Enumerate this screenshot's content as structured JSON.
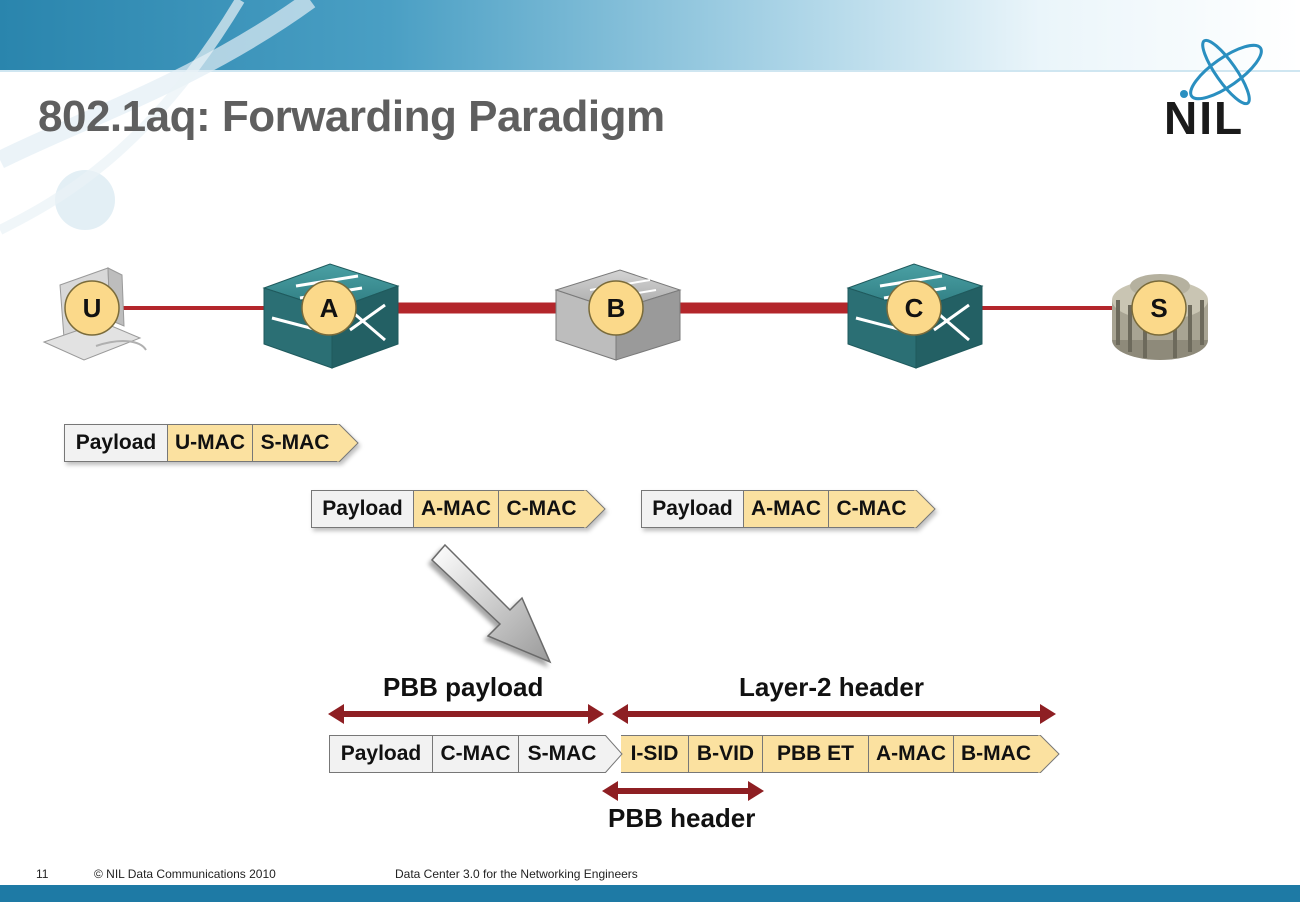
{
  "slide": {
    "title": "802.1aq: Forwarding Paradigm",
    "logo_text": "NIL",
    "page_number": "11",
    "copyright": "© NIL Data Communications 2010",
    "course": "Data Center 3.0 for the Networking Engineers"
  },
  "nodes": [
    {
      "label": "U",
      "kind": "pc-icon"
    },
    {
      "label": "A",
      "kind": "switch-icon"
    },
    {
      "label": "B",
      "kind": "switch-icon"
    },
    {
      "label": "C",
      "kind": "switch-icon"
    },
    {
      "label": "S",
      "kind": "server-icon"
    }
  ],
  "packets": {
    "customer": [
      "Payload",
      "U-MAC",
      "S-MAC"
    ],
    "backbone_left": [
      "Payload",
      "A-MAC",
      "C-MAC"
    ],
    "backbone_right": [
      "Payload",
      "A-MAC",
      "C-MAC"
    ],
    "pbb_frame": [
      "Payload",
      "C-MAC",
      "S-MAC",
      "I-SID",
      "B-VID",
      "PBB ET",
      "A-MAC",
      "B-MAC"
    ]
  },
  "labels": {
    "pbb_payload": "PBB payload",
    "layer2_header": "Layer-2 header",
    "pbb_header": "PBB header"
  },
  "colors": {
    "link": "#b3262b",
    "mac_fill": "#fbe1a0",
    "payload_fill": "#f2f2f2",
    "switch_teal": "#2e7b80",
    "switch_gray": "#a6a6a6",
    "node_circle": "#fbd98a",
    "footer_bar": "#1e7aa5"
  }
}
